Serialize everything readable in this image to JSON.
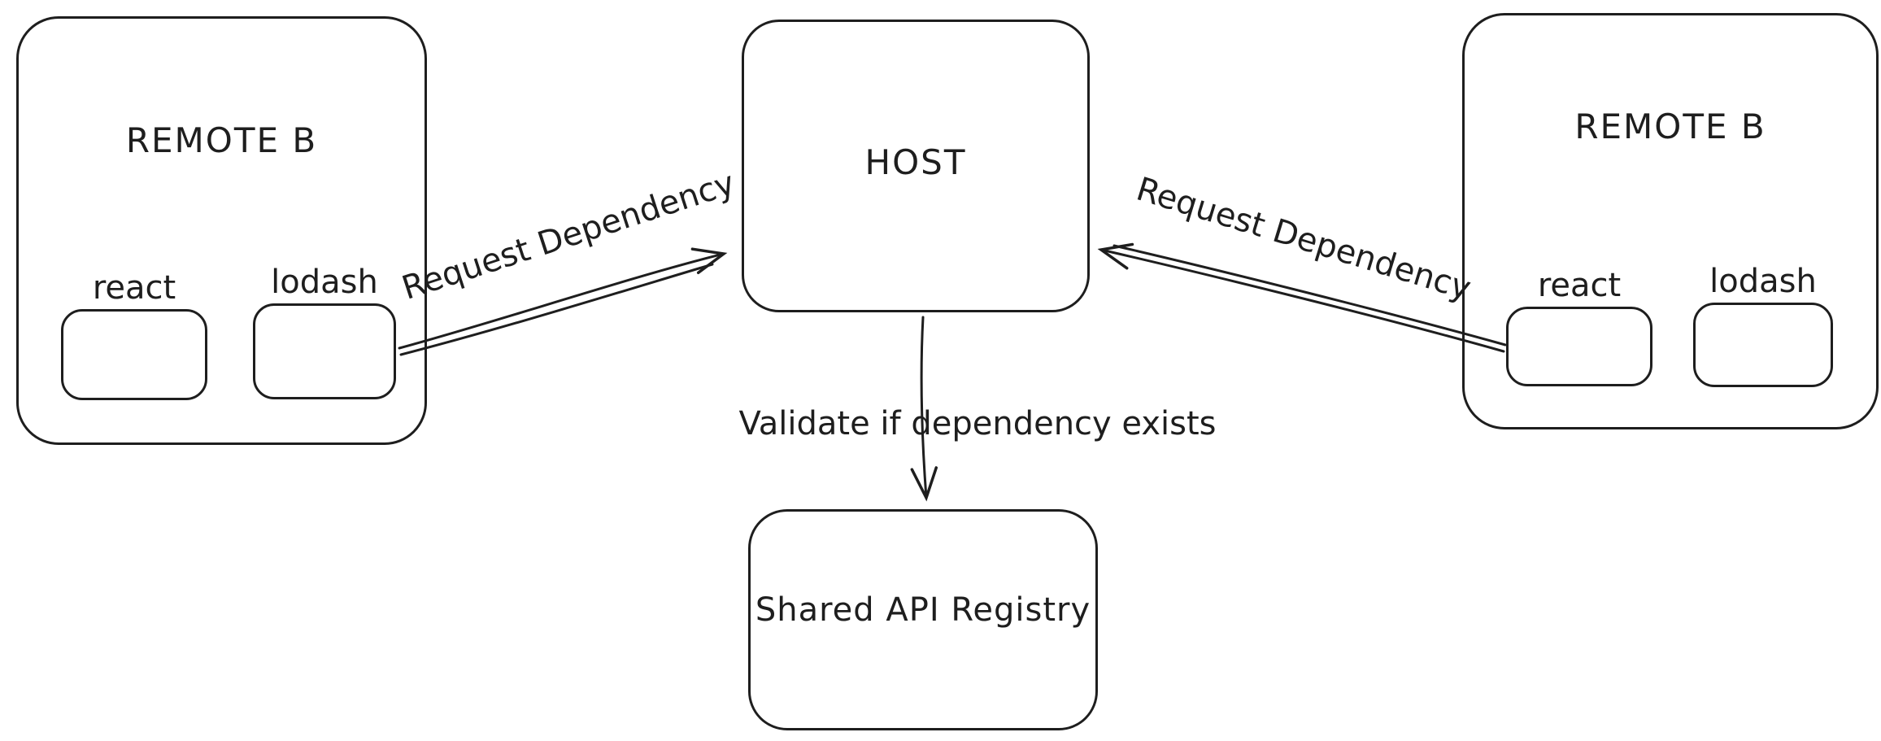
{
  "canvas": {
    "background": "#ffffff",
    "stroke_color": "#1e1e1e"
  },
  "nodes": {
    "remote_left": {
      "title": "REMOTE B",
      "packages": [
        {
          "label": "react"
        },
        {
          "label": "lodash"
        }
      ]
    },
    "host": {
      "title": "HOST"
    },
    "remote_right": {
      "title": "REMOTE B",
      "packages": [
        {
          "label": "react"
        },
        {
          "label": "lodash"
        }
      ]
    },
    "registry": {
      "title": "Shared API Registry"
    }
  },
  "edges": {
    "left_request": {
      "label": "Request Dependency",
      "from": "REMOTE B (left)",
      "to": "HOST"
    },
    "right_request": {
      "label": "Request Dependency",
      "from": "REMOTE B (right)",
      "to": "HOST"
    },
    "validate": {
      "label": "Validate if dependency exists",
      "from": "HOST",
      "to": "Shared API Registry"
    }
  }
}
